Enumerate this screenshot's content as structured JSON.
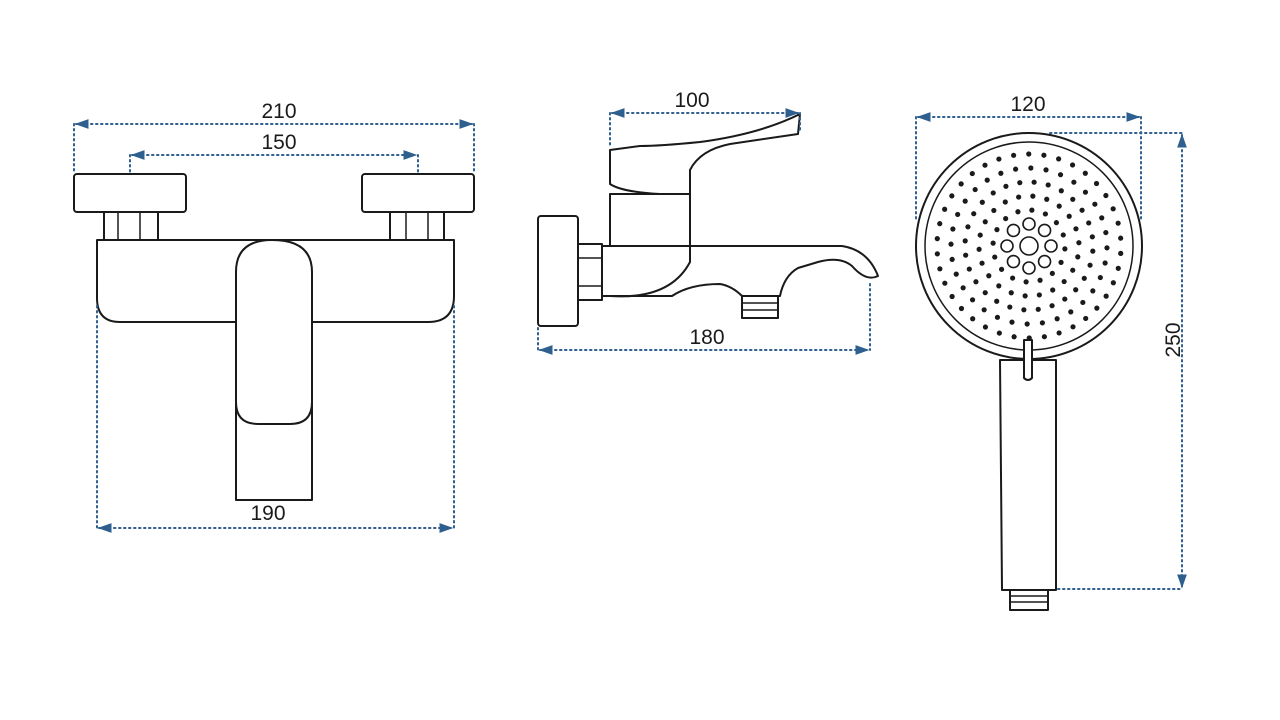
{
  "colors": {
    "outline": "#1a1a1a",
    "dimension": "#2f5f8f",
    "background": "#ffffff"
  },
  "dimensions": {
    "front_overall_width": "210",
    "front_inlet_spacing": "150",
    "front_body_width": "190",
    "side_lever_length": "100",
    "side_depth": "180",
    "shower_head_diameter": "120",
    "shower_total_length": "250"
  }
}
